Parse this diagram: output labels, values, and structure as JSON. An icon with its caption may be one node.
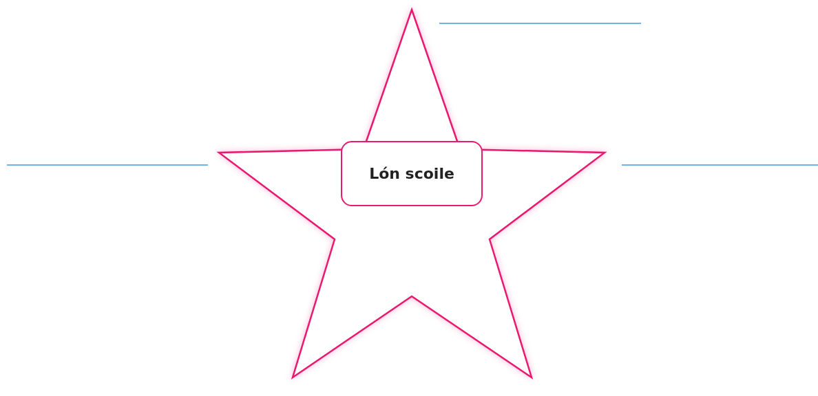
{
  "diagram": {
    "nodes": [
      {
        "text": [],
        "shape": "star"
      },
      {
        "text": [
          "Lón scoile"
        ],
        "in": 0
      }
    ]
  }
}
